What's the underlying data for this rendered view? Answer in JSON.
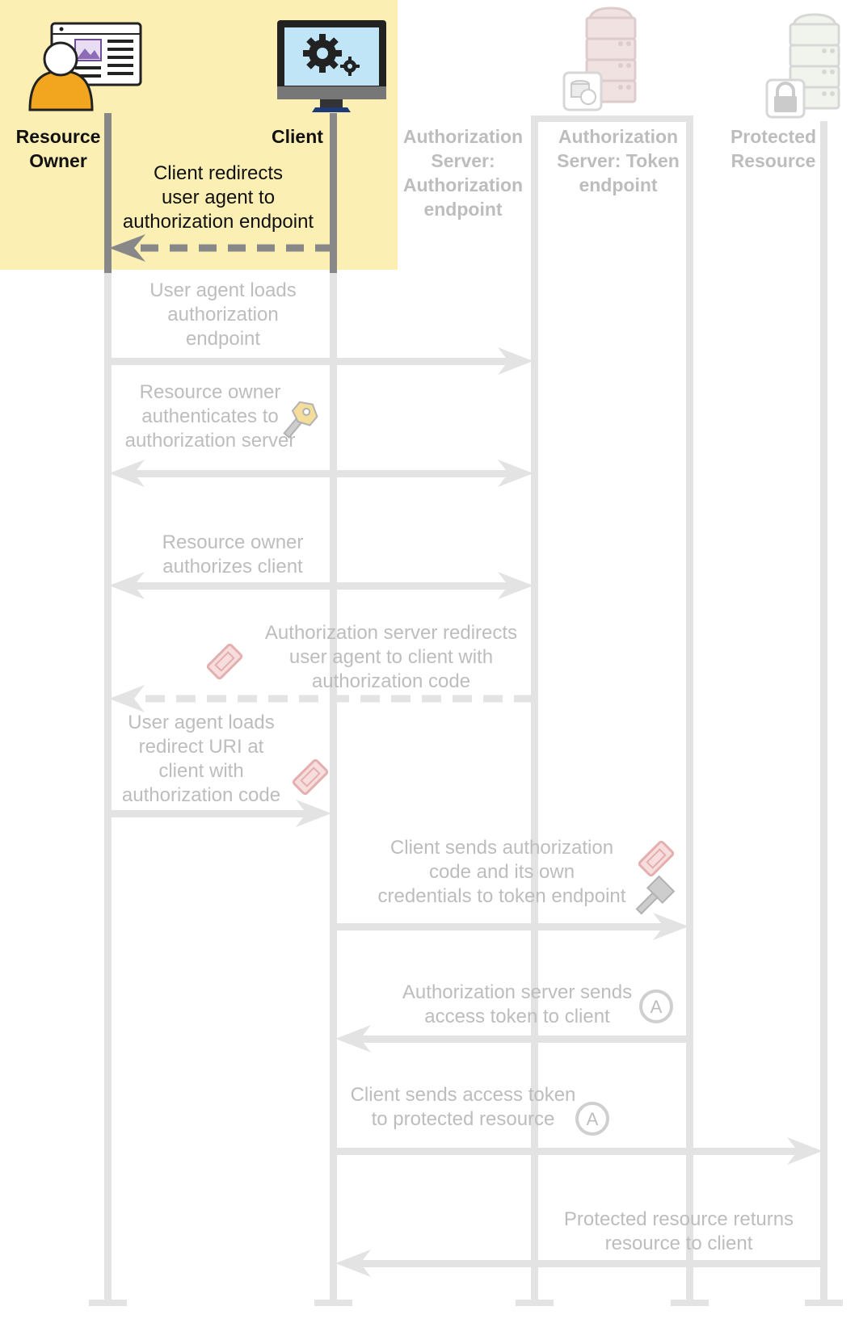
{
  "diagram": {
    "participants": [
      {
        "id": "resource_owner",
        "lines": [
          "Resource",
          "Owner"
        ]
      },
      {
        "id": "client",
        "lines": [
          "Client"
        ]
      },
      {
        "id": "auth_endpoint",
        "lines": [
          "Authorization",
          "Server:",
          "Authorization",
          "endpoint"
        ]
      },
      {
        "id": "token_endpoint",
        "lines": [
          "Authorization",
          "Server: Token",
          "endpoint"
        ]
      },
      {
        "id": "protected_resource",
        "lines": [
          "Protected",
          "Resource"
        ]
      }
    ],
    "steps": [
      {
        "id": "step1",
        "lines": [
          "Client redirects",
          "user agent to",
          "authorization endpoint"
        ],
        "style": "dashed",
        "highlighted": true
      },
      {
        "id": "step2",
        "lines": [
          "User agent loads",
          "authorization",
          "endpoint"
        ],
        "style": "solid"
      },
      {
        "id": "step3",
        "lines": [
          "Resource owner",
          "authenticates to",
          "authorization server"
        ],
        "style": "solid",
        "icon": "key-icon"
      },
      {
        "id": "step4",
        "lines": [
          "Resource owner",
          "authorizes client"
        ],
        "style": "solid"
      },
      {
        "id": "step5",
        "lines": [
          "Authorization server redirects",
          "user agent to client with",
          "authorization code"
        ],
        "style": "dashed",
        "icon": "ticket-icon"
      },
      {
        "id": "step6",
        "lines": [
          "User agent loads",
          "redirect URI at",
          "client with",
          "authorization code"
        ],
        "style": "solid",
        "icon": "ticket-icon"
      },
      {
        "id": "step7",
        "lines": [
          "Client sends authorization",
          "code and its own",
          "credentials to token endpoint"
        ],
        "style": "solid",
        "icon": "ticket-icon",
        "icon2": "credential-key-icon"
      },
      {
        "id": "step8",
        "lines": [
          "Authorization server sends",
          "access token to client"
        ],
        "style": "solid",
        "icon": "access-token-icon",
        "token_letter": "A"
      },
      {
        "id": "step9",
        "lines": [
          "Client sends access token",
          "to protected resource"
        ],
        "style": "solid",
        "icon": "access-token-icon",
        "token_letter": "A"
      },
      {
        "id": "step10",
        "lines": [
          "Protected resource returns",
          "resource to client"
        ],
        "style": "solid"
      }
    ],
    "colors": {
      "highlight_bg": "#fcefb4",
      "active_line": "#888888",
      "faded_line": "#e3e3e3",
      "active_text": "#111111",
      "faded_text": "#bdbdbd",
      "ticket": "#e2a9a9",
      "user_orange": "#f2a51e",
      "monitor_screen": "#bfe5f7"
    }
  }
}
